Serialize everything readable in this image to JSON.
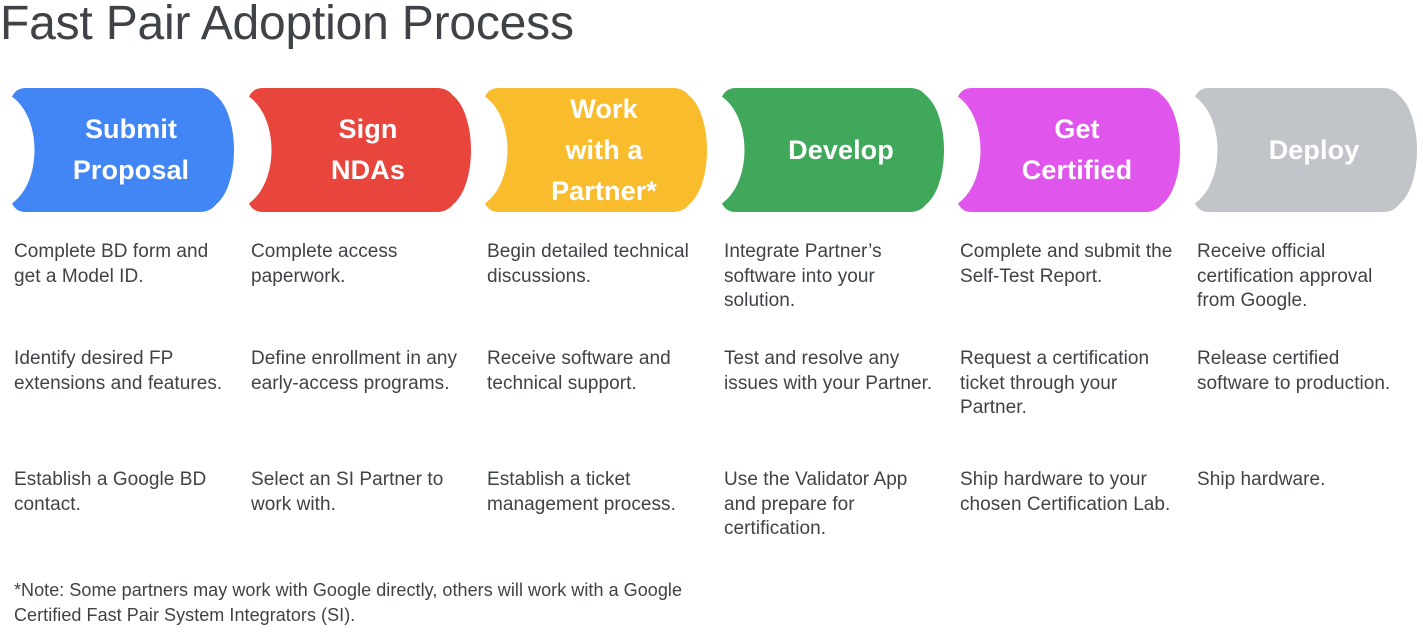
{
  "page": {
    "title": "Fast Pair Adoption Process",
    "background_color": "#ffffff",
    "text_color": "#3f4246"
  },
  "process": {
    "steps": [
      {
        "id": "submit-proposal",
        "label_lines": [
          "Submit",
          "Proposal"
        ],
        "color": "#4285f4",
        "details": [
          "Complete BD form and get a Model ID.",
          "Identify desired FP extensions and features.",
          "Establish a Google BD contact."
        ]
      },
      {
        "id": "sign-ndas",
        "label_lines": [
          "Sign",
          "NDAs"
        ],
        "color": "#e8453c",
        "details": [
          "Complete access paperwork.",
          "Define enrollment in any early-access programs.",
          "Select an SI Partner to work with."
        ]
      },
      {
        "id": "work-with-a-partner",
        "label_lines": [
          "Work",
          "with a",
          "Partner*"
        ],
        "color": "#f9bc2c",
        "details": [
          "Begin detailed technical discussions.",
          "Receive software and technical support.",
          "Establish a ticket management process."
        ]
      },
      {
        "id": "develop",
        "label_lines": [
          "Develop"
        ],
        "color": "#3fa85b",
        "details": [
          "Integrate Partner’s software into your solution.",
          "Test and resolve any issues with your Partner.",
          "Use the Validator App and prepare for certification."
        ]
      },
      {
        "id": "get-certified",
        "label_lines": [
          "Get",
          "Certified"
        ],
        "color": "#e055ec",
        "details": [
          "Complete and submit the Self-Test Report.",
          "Request a certification ticket through your Partner.",
          "Ship hardware to your chosen Certification Lab."
        ]
      },
      {
        "id": "deploy",
        "label_lines": [
          "Deploy"
        ],
        "color": "#c1c4c9",
        "details": [
          "Receive official certification approval from Google.",
          "Release certified software to production.",
          "Ship hardware."
        ]
      }
    ]
  },
  "footnote": {
    "text": "*Note: Some partners may work with Google directly, others will work with a Google Certified Fast Pair System Integrators (SI)."
  }
}
